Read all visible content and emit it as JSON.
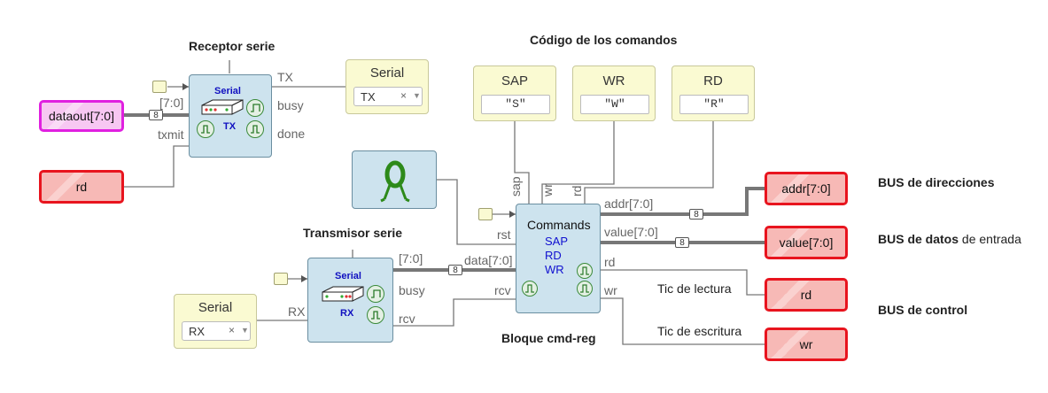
{
  "titles": {
    "receptor": "Receptor serie",
    "transmisor": "Transmisor serie",
    "codigo": "Código de los comandos",
    "bloque": "Bloque cmd-reg"
  },
  "notes": {
    "bus_dir_bold": "BUS de direcciones",
    "bus_datos_bold": "BUS de datos",
    "bus_datos_rest": " de entrada",
    "bus_control_bold": "BUS de control",
    "tic_lectura": "Tic de lectura",
    "tic_escritura": "Tic de escritura"
  },
  "serial_tx_block": {
    "name": "Serial",
    "sub": "TX",
    "port_in_bus": "[7:0]",
    "port_in_txmit": "txmit",
    "port_out_tx": "TX",
    "port_out_busy": "busy",
    "port_out_done": "done"
  },
  "serial_rx_block": {
    "name": "Serial",
    "sub": "RX",
    "port_in_rx": "RX",
    "port_out_bus": "[7:0]",
    "port_out_busy": "busy",
    "port_out_rcv": "rcv"
  },
  "commands_block": {
    "title": "Commands",
    "lines": [
      "SAP",
      "RD",
      "WR"
    ],
    "port_sap": "sap",
    "port_wr": "wr",
    "port_rd": "rd",
    "port_rst": "rst",
    "port_data": "data[7:0]",
    "port_rcv": "rcv",
    "out_addr": "addr[7:0]",
    "out_value": "value[7:0]",
    "out_rd": "rd",
    "out_wr": "wr"
  },
  "serial_tx_select": {
    "label": "Serial",
    "value": "TX"
  },
  "serial_rx_select": {
    "label": "Serial",
    "value": "RX"
  },
  "constants": [
    {
      "label": "SAP",
      "value": "\"S\""
    },
    {
      "label": "WR",
      "value": "\"W\""
    },
    {
      "label": "RD",
      "value": "\"R\""
    }
  ],
  "inputs": {
    "dataout": "dataout[7:0]",
    "rd": "rd"
  },
  "outputs": {
    "addr": "addr[7:0]",
    "value": "value[7:0]",
    "rd": "rd",
    "wr": "wr"
  },
  "bus_width": "8",
  "colors": {
    "block": "#cde3ee",
    "output_border": "#e8141e",
    "input_border": "#e020e0",
    "wire": "#777777"
  }
}
